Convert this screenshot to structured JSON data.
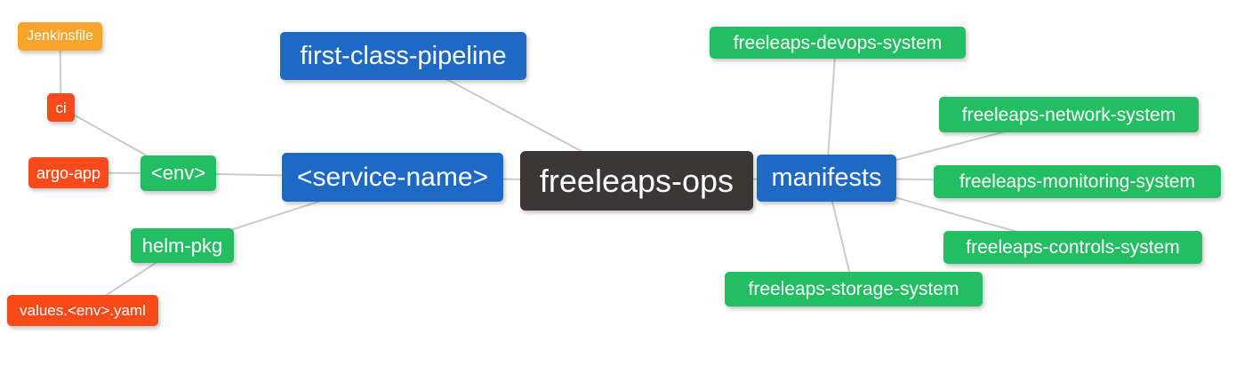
{
  "diagram": {
    "type": "mindmap",
    "background": "#FFFFFF",
    "edge_color": "#CBCBCB",
    "palette": {
      "blue": "#1E68C6",
      "green": "#22BE61",
      "red": "#F94A1C",
      "orange": "#F9A42A",
      "dark": "#3B3737",
      "text": "#FFFFFF"
    }
  },
  "nodes": {
    "freeleaps_ops": {
      "label": "freeleaps-ops",
      "color": "#3B3737"
    },
    "first_class_pipeline": {
      "label": "first-class-pipeline",
      "color": "#1E68C6"
    },
    "service_name": {
      "label": "<service-name>",
      "color": "#1E68C6"
    },
    "manifests": {
      "label": "manifests",
      "color": "#1E68C6"
    },
    "env": {
      "label": "<env>",
      "color": "#22BE61"
    },
    "helm_pkg": {
      "label": "helm-pkg",
      "color": "#22BE61"
    },
    "jenkinsfile": {
      "label": "Jenkinsfile",
      "color": "#F9A42A"
    },
    "ci": {
      "label": "ci",
      "color": "#F94A1C"
    },
    "argo_app": {
      "label": "argo-app",
      "color": "#F94A1C"
    },
    "values_env_yaml": {
      "label": "values.<env>.yaml",
      "color": "#F94A1C"
    },
    "devops_system": {
      "label": "freeleaps-devops-system",
      "color": "#22BE61"
    },
    "network_system": {
      "label": "freeleaps-network-system",
      "color": "#22BE61"
    },
    "monitoring_system": {
      "label": "freeleaps-monitoring-system",
      "color": "#22BE61"
    },
    "controls_system": {
      "label": "freeleaps-controls-system",
      "color": "#22BE61"
    },
    "storage_system": {
      "label": "freeleaps-storage-system",
      "color": "#22BE61"
    }
  },
  "edges": [
    {
      "from": "jenkinsfile",
      "to": "ci"
    },
    {
      "from": "ci",
      "to": "env"
    },
    {
      "from": "argo_app",
      "to": "env"
    },
    {
      "from": "env",
      "to": "service_name"
    },
    {
      "from": "helm_pkg",
      "to": "service_name"
    },
    {
      "from": "values_env_yaml",
      "to": "helm_pkg"
    },
    {
      "from": "service_name",
      "to": "freeleaps_ops"
    },
    {
      "from": "first_class_pipeline",
      "to": "freeleaps_ops"
    },
    {
      "from": "freeleaps_ops",
      "to": "manifests"
    },
    {
      "from": "manifests",
      "to": "devops_system"
    },
    {
      "from": "manifests",
      "to": "network_system"
    },
    {
      "from": "manifests",
      "to": "monitoring_system"
    },
    {
      "from": "manifests",
      "to": "controls_system"
    },
    {
      "from": "manifests",
      "to": "storage_system"
    }
  ]
}
